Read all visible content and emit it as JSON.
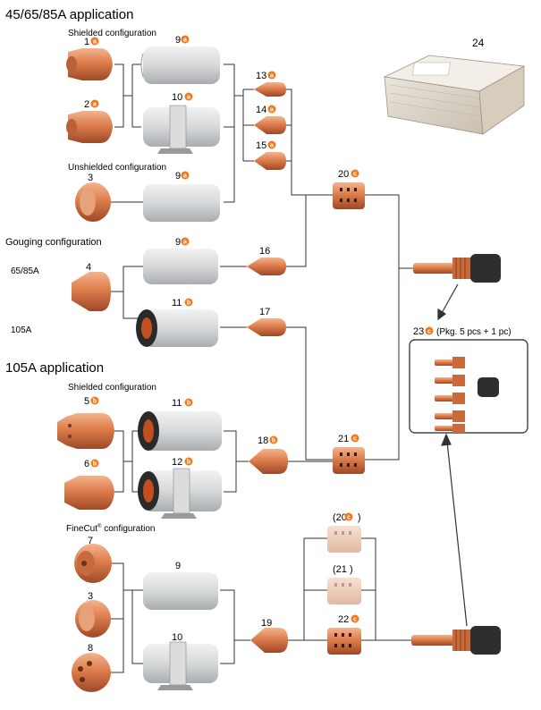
{
  "titles": {
    "app1": "45/65/85A application",
    "gouging": "Gouging configuration",
    "app2": "105A application"
  },
  "configs": {
    "shielded1": "Shielded configuration",
    "unshielded": "Unshielded configuration",
    "shielded2": "Shielded configuration",
    "finecut_base": "FineCut",
    "finecut_reg": "®",
    "finecut_rest": " configuration"
  },
  "amps": {
    "a6585": "65/85A",
    "a105": "105A"
  },
  "parts": {
    "p1": "1",
    "p2": "2",
    "p3": "3",
    "p4": "4",
    "p5": "5",
    "p6": "6",
    "p7": "7",
    "p3b": "3",
    "p8": "8",
    "p9a": "9",
    "p10a": "10",
    "p9b": "9",
    "p9c": "9",
    "p11a": "11",
    "p11b": "11",
    "p12": "12",
    "p9d": "9",
    "p10b": "10",
    "p13": "13",
    "p14": "14",
    "p15": "15",
    "p16": "16",
    "p17": "17",
    "p18": "18",
    "p19": "19",
    "p20": "20",
    "p21": "21",
    "p20b": "(20",
    "p20b_close": ")",
    "p21b": "(21 )",
    "p22": "22",
    "p23": "23",
    "p24": "24"
  },
  "pkg_label": "(Pkg. 5 pcs + 1 pc)",
  "badge_letters": {
    "a": "a",
    "b": "b",
    "c": "c"
  },
  "colors": {
    "badge": "#f07a1a",
    "copper": "#d9784a",
    "copper_dark": "#9a4a28",
    "sleeve": "#d7dadb",
    "black": "#2a2a2a",
    "line": "#333333"
  }
}
